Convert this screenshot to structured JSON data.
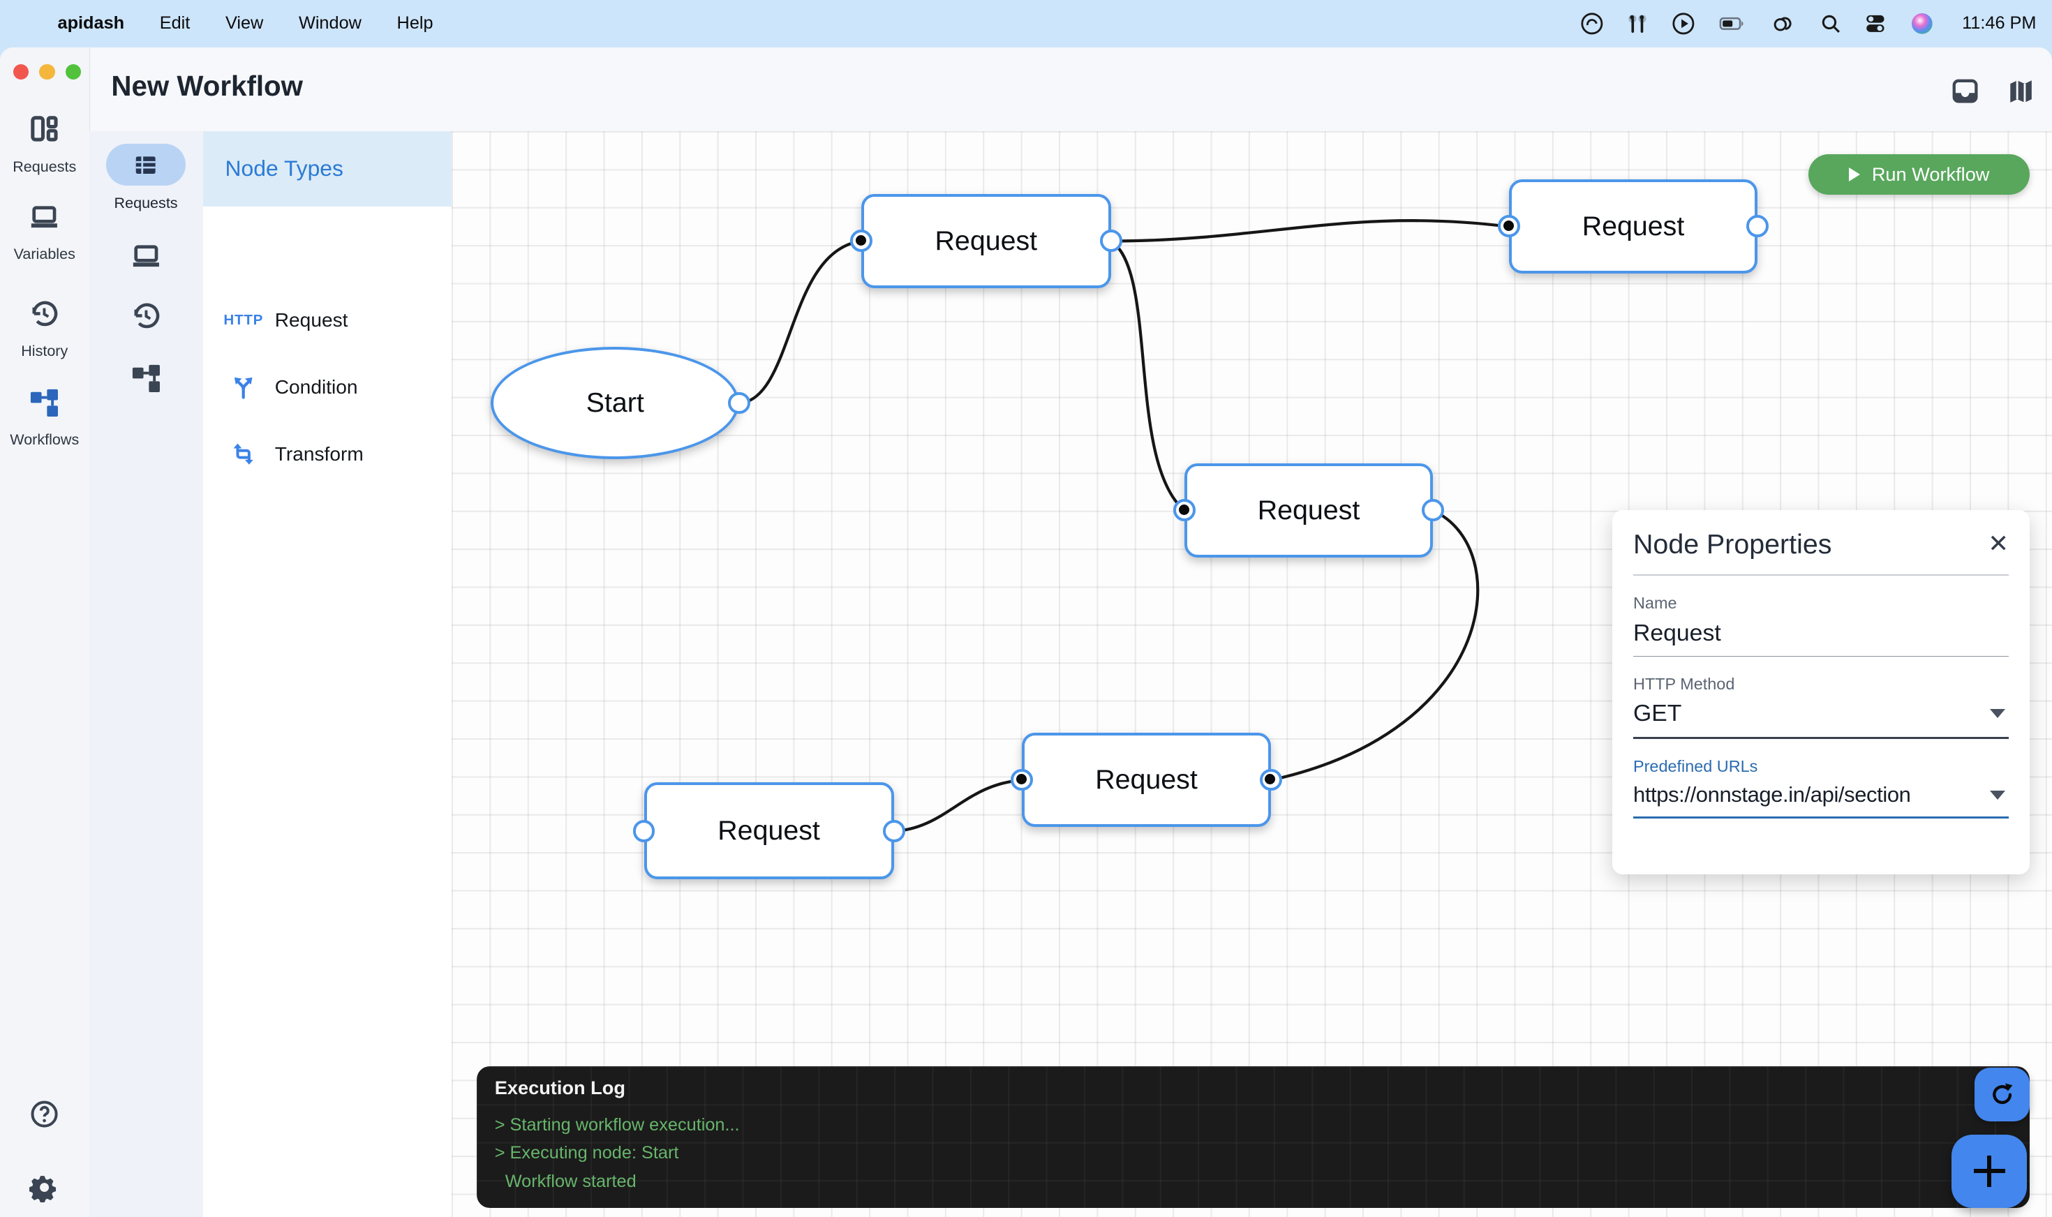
{
  "menu_bar": {
    "app_name": "apidash",
    "menus": [
      "Edit",
      "View",
      "Window",
      "Help"
    ],
    "time": "11:46 PM",
    "status_icons": [
      "creative-cloud",
      "airpods",
      "play-circle",
      "battery",
      "linked-rings",
      "spotlight",
      "control-center",
      "siri"
    ]
  },
  "titlebar": {
    "title": "New Workflow"
  },
  "app_sidebar": {
    "items": [
      {
        "label": "Requests",
        "icon": "dashboard"
      },
      {
        "label": "Variables",
        "icon": "laptop"
      },
      {
        "label": "History",
        "icon": "history"
      },
      {
        "label": "Workflows",
        "icon": "workflow",
        "active": true
      }
    ]
  },
  "rail": {
    "active_label": "Requests"
  },
  "node_types": {
    "header": "Node Types",
    "items": [
      {
        "icon": "HTTP",
        "label": "Request"
      },
      {
        "icon": "condition",
        "label": "Condition"
      },
      {
        "icon": "transform",
        "label": "Transform"
      }
    ]
  },
  "toolbar": {
    "run_label": "Run Workflow"
  },
  "nodes": [
    {
      "id": "start",
      "label": "Start",
      "shape": "ellipse"
    },
    {
      "id": "request-1",
      "label": "Request"
    },
    {
      "id": "request-2",
      "label": "Request"
    },
    {
      "id": "request-3",
      "label": "Request"
    },
    {
      "id": "request-4",
      "label": "Request"
    },
    {
      "id": "request-5",
      "label": "Request"
    }
  ],
  "properties_panel": {
    "title": "Node Properties",
    "close": "✕",
    "name_label": "Name",
    "name_value": "Request",
    "method_label": "HTTP Method",
    "method_value": "GET",
    "urls_label": "Predefined URLs",
    "urls_value": "https://onnstage.in/api/section"
  },
  "execution_log": {
    "title": "Execution Log",
    "lines": [
      "> Starting workflow execution...",
      "> Executing node: Start",
      "Workflow started"
    ]
  },
  "colors": {
    "accent_blue": "#4b96ea",
    "run_green": "#58a75c",
    "fab_blue": "#4386ee",
    "log_green": "#67b56b",
    "link_blue": "#2b6cb0"
  }
}
